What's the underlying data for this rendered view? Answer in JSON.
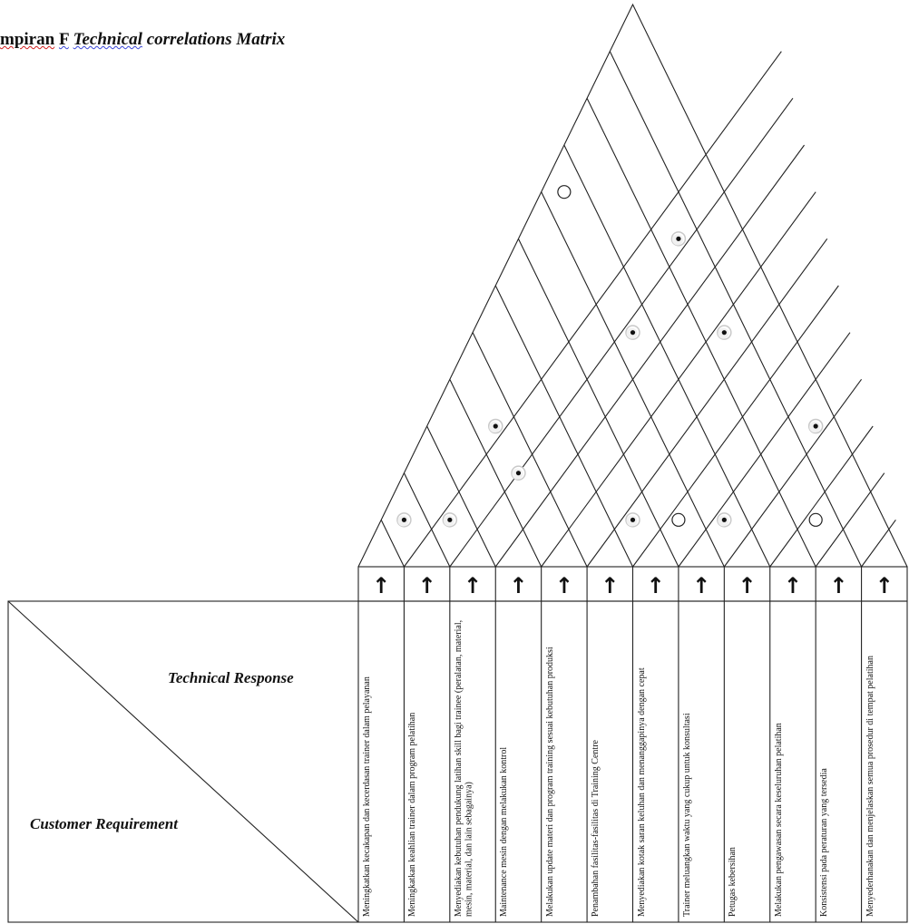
{
  "title": {
    "part1": "mpiran",
    "part2": "F",
    "part3": "Technical",
    "part4": "correlations Matrix"
  },
  "labels": {
    "technical_response": "Technical Response",
    "customer_requirement": "Customer Requirement"
  },
  "columns": [
    "Meningkatkan kecakapan dan kecerdasan trainer dalam pelayanan",
    "Meningkatkan keahlian trainer dalam program pelatihan",
    "Menyediakan kebutuhan pendukung latihan skill bagi trainee (peralatan, material, mesin, material, dan lain sebagainya)",
    "Maintenance mesin dengan melakukan kontrol",
    "Melakukan update materi dan program training sesuai kebutuhan produksi",
    "Penambahan fasilitas-fasilitas di Training Centre",
    "Menyediakan kotak saran keluhan dan menanggapinya dengan cepat",
    "Trainer meluangkan waktu yang cukup untuk konsultasi",
    "Petugas kebersihan",
    "Melakukan pengawasan secara keseluruhan pelatihan",
    "Konsistensi pada peraturan yang tersedia",
    "Menyederhanakan dan menjelaskan semua prosedur di tempat pelatihan"
  ],
  "arrow_symbol": "↑",
  "correlation_symbols": {
    "strong": "filled-dot-circle",
    "medium": "open-circle"
  },
  "correlations": [
    {
      "pair": [
        1,
        2
      ],
      "type": "strong"
    },
    {
      "pair": [
        2,
        3
      ],
      "type": "strong"
    },
    {
      "pair": [
        6,
        7
      ],
      "type": "strong"
    },
    {
      "pair": [
        7,
        8
      ],
      "type": "medium"
    },
    {
      "pair": [
        8,
        9
      ],
      "type": "strong"
    },
    {
      "pair": [
        10,
        11
      ],
      "type": "medium"
    },
    {
      "pair": [
        3,
        5
      ],
      "type": "strong"
    },
    {
      "pair": [
        2,
        5
      ],
      "type": "strong"
    },
    {
      "pair": [
        9,
        12
      ],
      "type": "strong"
    },
    {
      "pair": [
        6,
        11
      ],
      "type": "strong"
    },
    {
      "pair": [
        4,
        11
      ],
      "type": "strong"
    },
    {
      "pair": [
        4,
        9
      ],
      "type": "strong"
    },
    {
      "pair": [
        1,
        9
      ],
      "type": "medium"
    }
  ]
}
